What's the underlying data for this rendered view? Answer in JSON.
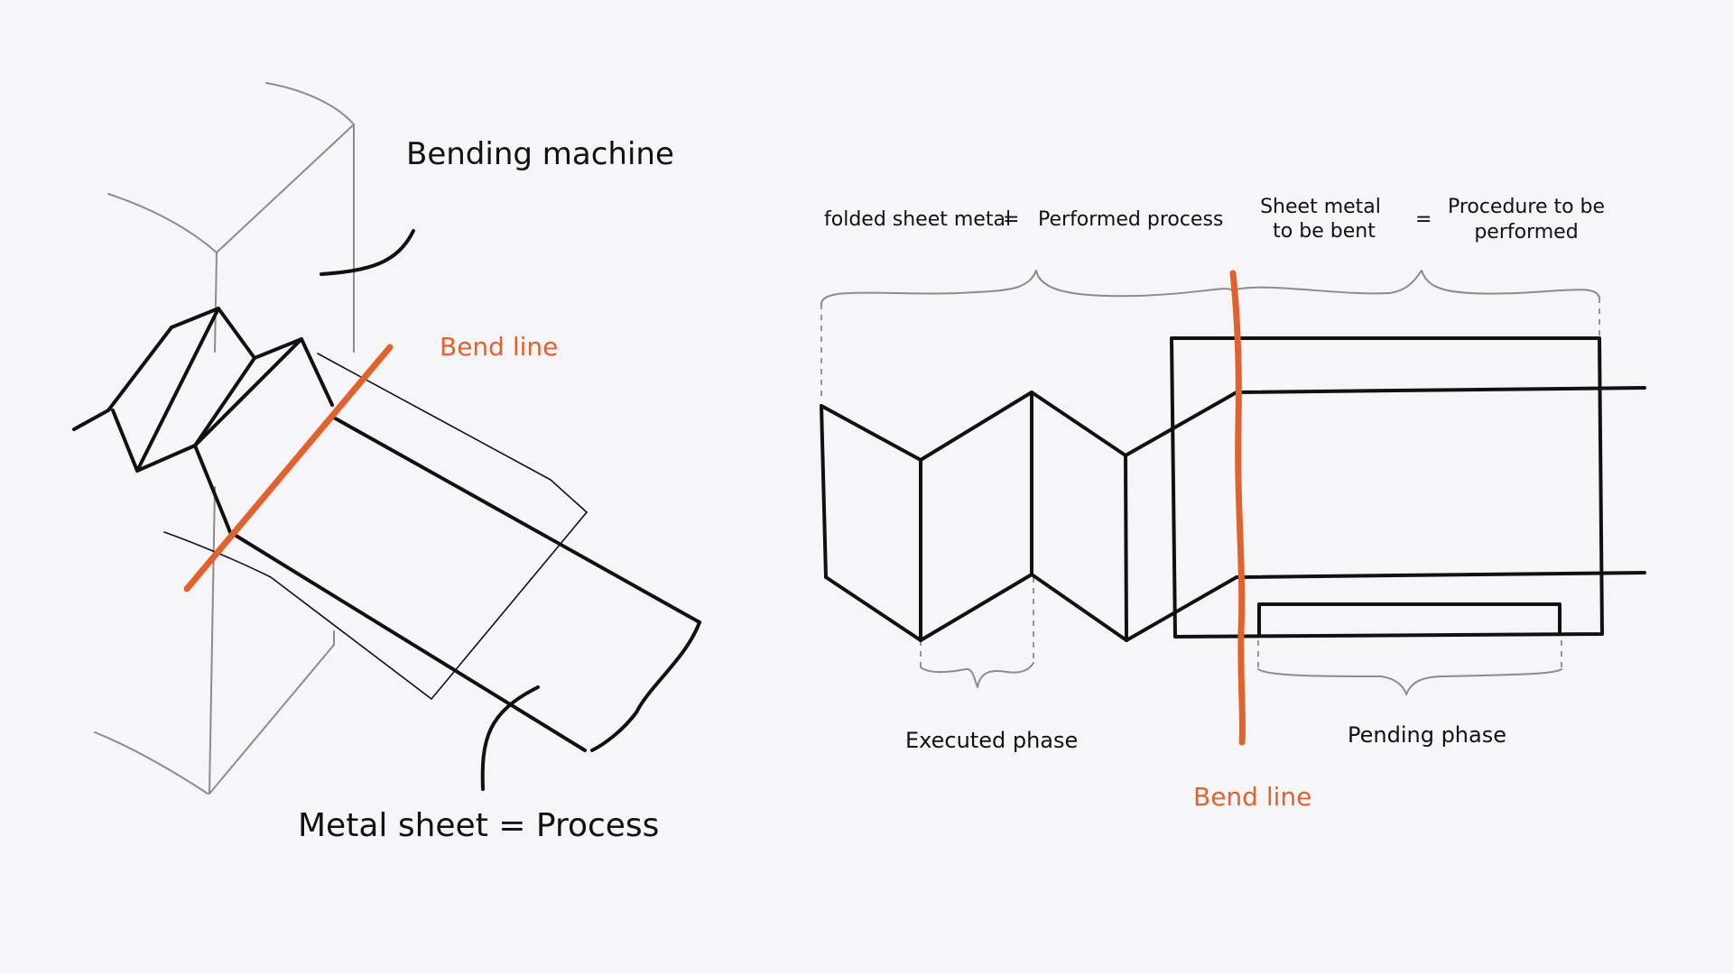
{
  "colors": {
    "background": "#f6f6f8",
    "ink": "#111111",
    "accent": "#e2622f",
    "guide": "#8c8c8c"
  },
  "left_sketch": {
    "machine_label": "Bending machine",
    "bend_line_label": "Bend line",
    "caption": "Metal sheet = Process"
  },
  "right_sketch": {
    "folded_label": "folded sheet metal",
    "equals_1": "=",
    "performed_label": "Performed process",
    "to_bend_label": [
      "Sheet metal",
      "to be bent"
    ],
    "equals_2": "=",
    "procedure_label": [
      "Procedure to be",
      "performed"
    ],
    "executed_label": "Executed phase",
    "pending_label": "Pending phase",
    "bend_line_label": "Bend line"
  }
}
